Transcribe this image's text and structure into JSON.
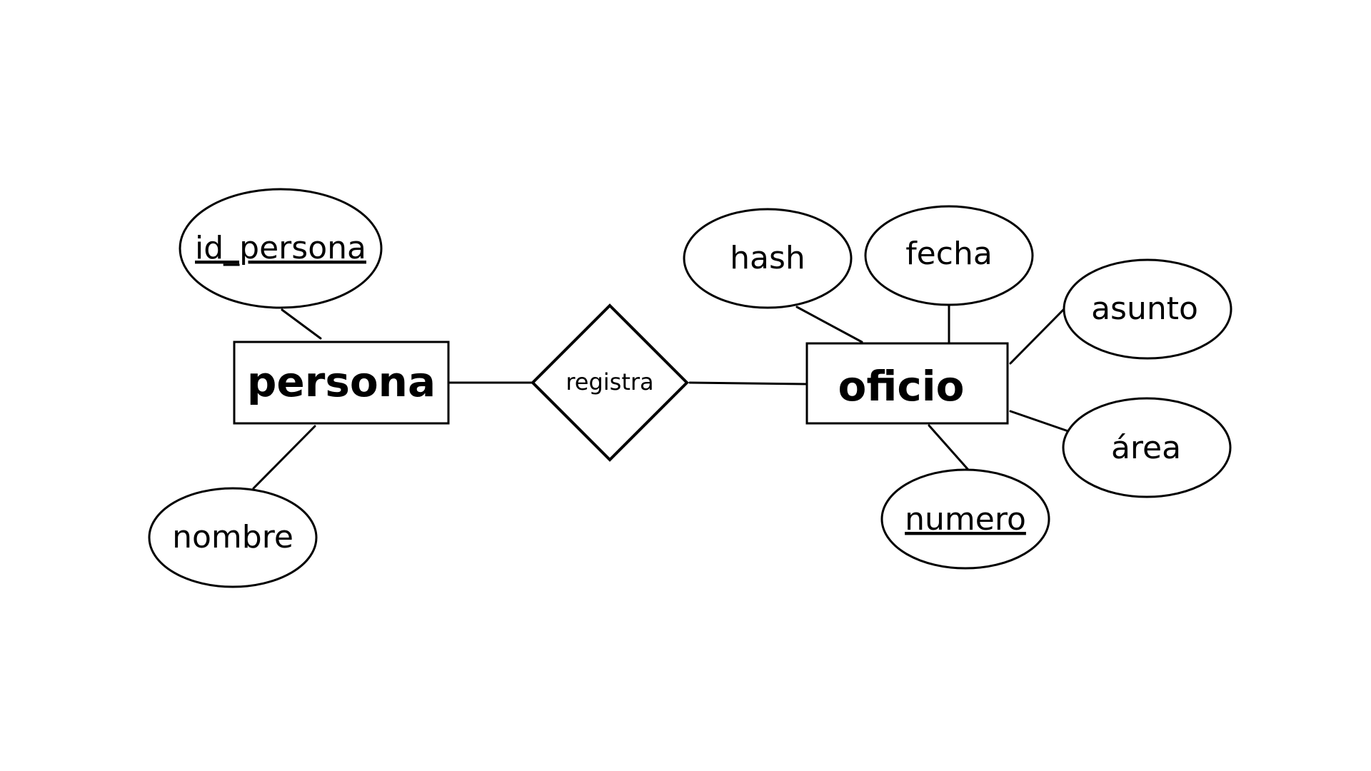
{
  "diagram": {
    "entities": [
      {
        "id": "persona",
        "label": "persona"
      },
      {
        "id": "oficio",
        "label": "oficio"
      }
    ],
    "relationships": [
      {
        "id": "registra",
        "label": "registra",
        "connects": [
          "persona",
          "oficio"
        ]
      }
    ],
    "attributes": [
      {
        "id": "id_persona",
        "label": "id_persona",
        "entity": "persona",
        "key": true
      },
      {
        "id": "nombre",
        "label": "nombre",
        "entity": "persona",
        "key": false
      },
      {
        "id": "hash",
        "label": "hash",
        "entity": "oficio",
        "key": false
      },
      {
        "id": "fecha",
        "label": "fecha",
        "entity": "oficio",
        "key": false
      },
      {
        "id": "asunto",
        "label": "asunto",
        "entity": "oficio",
        "key": false
      },
      {
        "id": "area",
        "label": "área",
        "entity": "oficio",
        "key": false
      },
      {
        "id": "numero",
        "label": "numero",
        "entity": "oficio",
        "key": true
      }
    ]
  },
  "colors": {
    "background": "#ffffff",
    "stroke": "#000000",
    "text": "#000000"
  }
}
